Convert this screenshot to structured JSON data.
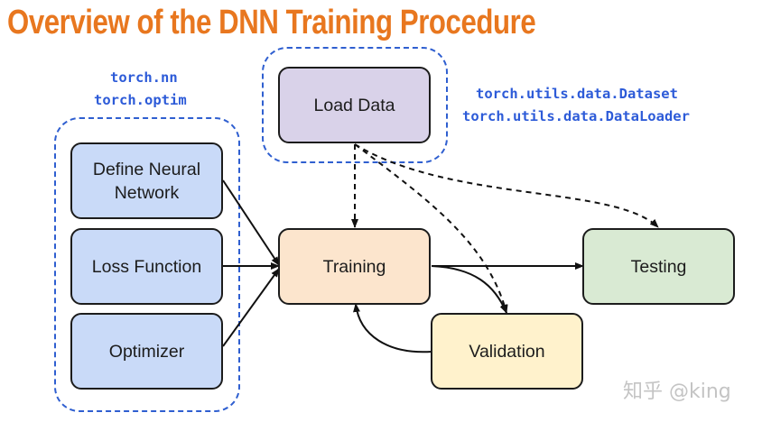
{
  "title": "Overview of the DNN Training Procedure",
  "labels": {
    "nn_module": "torch.nn",
    "optim_module": "torch.optim",
    "dataset_module": "torch.utils.data.Dataset",
    "dataloader_module": "torch.utils.data.DataLoader"
  },
  "nodes": {
    "load_data": "Load Data",
    "define_network": "Define Neural\nNetwork",
    "loss_function": "Loss Function",
    "optimizer": "Optimizer",
    "training": "Training",
    "testing": "Testing",
    "validation": "Validation"
  },
  "watermark": "知乎 @king",
  "colors": {
    "title": "#e8771f",
    "code": "#2d5bd8",
    "group_border": "#2f5fd0",
    "blue_node": "#c9daf8",
    "purple_node": "#d9d2e9",
    "orange_node": "#fce5cd",
    "green_node": "#d9ead3",
    "yellow_node": "#fff2cc"
  }
}
